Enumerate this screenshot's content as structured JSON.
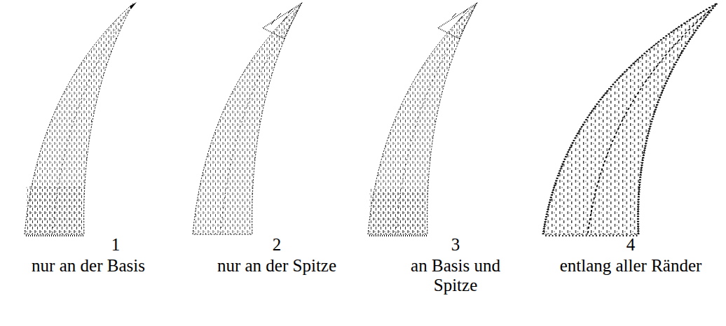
{
  "diagram": {
    "labels": [
      "1",
      "nur an der Basis",
      "2",
      "nur an der Spitze",
      "3",
      "an Basis und Spitze",
      "4",
      "entlang aller Ränder"
    ]
  }
}
